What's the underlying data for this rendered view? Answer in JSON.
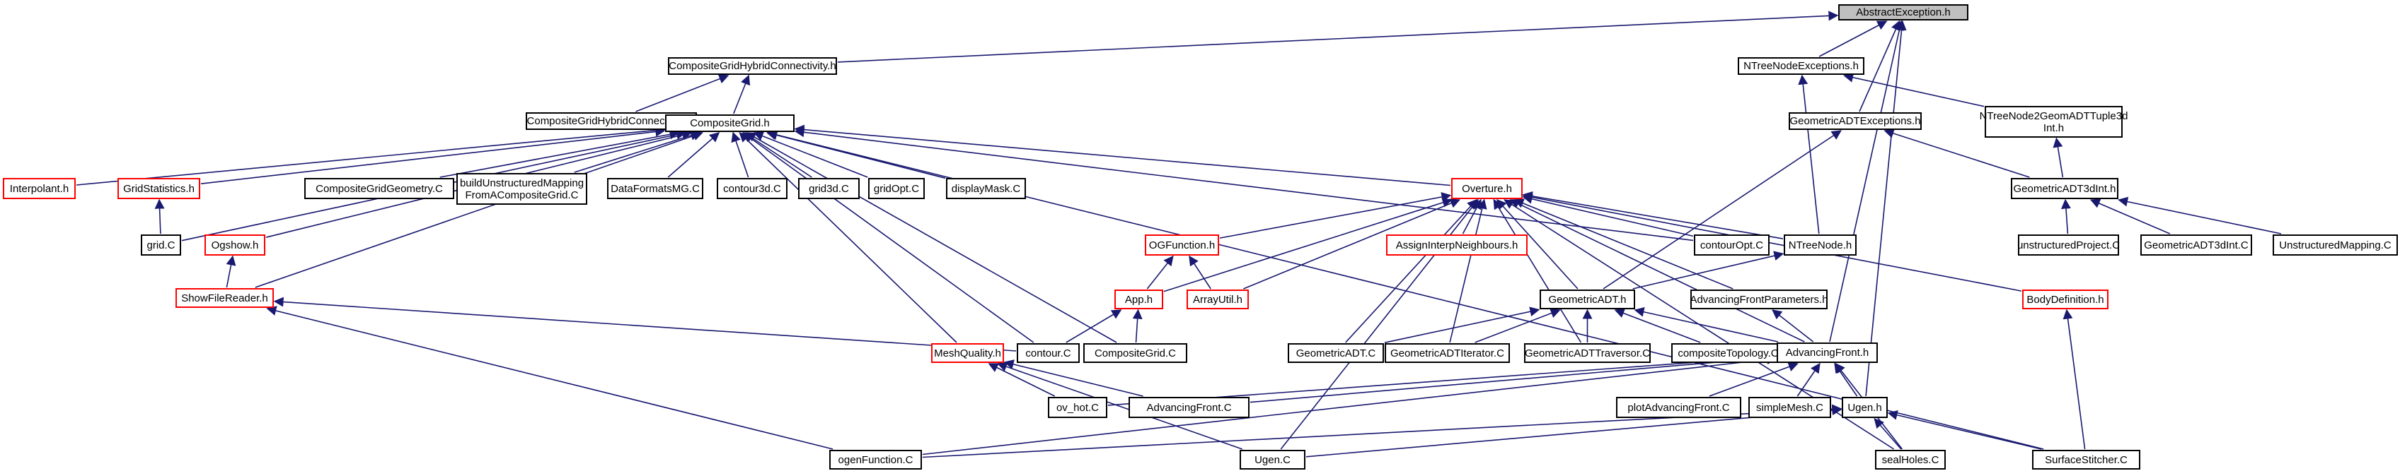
{
  "colors": {
    "edge": "#191970",
    "node_border": "#000000",
    "undocumented_border": "#ff0000",
    "root_fill": "#bfbfbf"
  },
  "nodes": [
    {
      "id": "abstract_exc",
      "label": "AbstractException.h",
      "kind": "root"
    },
    {
      "id": "cghc_h",
      "label": "CompositeGridHybridConnectivity.h",
      "kind": "normal"
    },
    {
      "id": "ntree_exc",
      "label": "NTreeNodeExceptions.h",
      "kind": "normal"
    },
    {
      "id": "cghc_c",
      "label": "CompositeGridHybridConnectivity.C",
      "kind": "normal"
    },
    {
      "id": "cg_h",
      "label": "CompositeGrid.h",
      "kind": "normal"
    },
    {
      "id": "gadt_exc",
      "label": "GeometricADTExceptions.h",
      "kind": "normal"
    },
    {
      "id": "ntn2g",
      "label": "NTreeNode2GeomADTTuple3d\nInt.h",
      "kind": "normal"
    },
    {
      "id": "interpolant",
      "label": "Interpolant.h",
      "kind": "red"
    },
    {
      "id": "gridstats",
      "label": "GridStatistics.h",
      "kind": "red"
    },
    {
      "id": "cgg_c",
      "label": "CompositeGridGeometry.C",
      "kind": "normal"
    },
    {
      "id": "build_unstr",
      "label": "buildUnstructuredMapping\nFromACompositeGrid.C",
      "kind": "normal"
    },
    {
      "id": "dfmg",
      "label": "DataFormatsMG.C",
      "kind": "normal"
    },
    {
      "id": "contour3d",
      "label": "contour3d.C",
      "kind": "normal"
    },
    {
      "id": "grid3d",
      "label": "grid3d.C",
      "kind": "normal"
    },
    {
      "id": "gridopt",
      "label": "gridOpt.C",
      "kind": "normal"
    },
    {
      "id": "displaymask",
      "label": "displayMask.C",
      "kind": "normal"
    },
    {
      "id": "overture",
      "label": "Overture.h",
      "kind": "red"
    },
    {
      "id": "gadt3dint_h",
      "label": "GeometricADT3dInt.h",
      "kind": "normal"
    },
    {
      "id": "grid_c",
      "label": "grid.C",
      "kind": "normal"
    },
    {
      "id": "ogshow",
      "label": "Ogshow.h",
      "kind": "red"
    },
    {
      "id": "ogfunction",
      "label": "OGFunction.h",
      "kind": "red"
    },
    {
      "id": "assign_interp",
      "label": "AssignInterpNeighbours.h",
      "kind": "red"
    },
    {
      "id": "contouropt",
      "label": "contourOpt.C",
      "kind": "normal"
    },
    {
      "id": "ntreenode",
      "label": "NTreeNode.h",
      "kind": "normal"
    },
    {
      "id": "unstr_proj",
      "label": "unstructuredProject.C",
      "kind": "normal"
    },
    {
      "id": "gadt3dint_c",
      "label": "GeometricADT3dInt.C",
      "kind": "normal"
    },
    {
      "id": "unstr_map",
      "label": "UnstructuredMapping.C",
      "kind": "normal"
    },
    {
      "id": "showfile",
      "label": "ShowFileReader.h",
      "kind": "red"
    },
    {
      "id": "app_h",
      "label": "App.h",
      "kind": "red"
    },
    {
      "id": "arrayutil",
      "label": "ArrayUtil.h",
      "kind": "red"
    },
    {
      "id": "gadt_h",
      "label": "GeometricADT.h",
      "kind": "normal"
    },
    {
      "id": "afparams",
      "label": "AdvancingFrontParameters.h",
      "kind": "normal"
    },
    {
      "id": "bodydef",
      "label": "BodyDefinition.h",
      "kind": "red"
    },
    {
      "id": "contour_c",
      "label": "contour.C",
      "kind": "normal"
    },
    {
      "id": "meshquality",
      "label": "MeshQuality.h",
      "kind": "red"
    },
    {
      "id": "cg_c",
      "label": "CompositeGrid.C",
      "kind": "normal"
    },
    {
      "id": "gadt_c",
      "label": "GeometricADT.C",
      "kind": "normal"
    },
    {
      "id": "gadt_iter",
      "label": "GeometricADTIterator.C",
      "kind": "normal"
    },
    {
      "id": "gadt_trav",
      "label": "GeometricADTTraversor.C",
      "kind": "normal"
    },
    {
      "id": "comptopo",
      "label": "compositeTopology.C",
      "kind": "normal"
    },
    {
      "id": "af_h",
      "label": "AdvancingFront.h",
      "kind": "normal"
    },
    {
      "id": "ovhot",
      "label": "ov_hot.C",
      "kind": "normal"
    },
    {
      "id": "af_c",
      "label": "AdvancingFront.C",
      "kind": "normal"
    },
    {
      "id": "plotaf",
      "label": "plotAdvancingFront.C",
      "kind": "normal"
    },
    {
      "id": "simplemesh",
      "label": "simpleMesh.C",
      "kind": "normal"
    },
    {
      "id": "ugen_h",
      "label": "Ugen.h",
      "kind": "normal"
    },
    {
      "id": "ogenfunc",
      "label": "ogenFunction.C",
      "kind": "normal"
    },
    {
      "id": "ugen_c",
      "label": "Ugen.C",
      "kind": "normal"
    },
    {
      "id": "sealholes",
      "label": "sealHoles.C",
      "kind": "normal"
    },
    {
      "id": "surfstitch",
      "label": "SurfaceStitcher.C",
      "kind": "normal"
    }
  ]
}
